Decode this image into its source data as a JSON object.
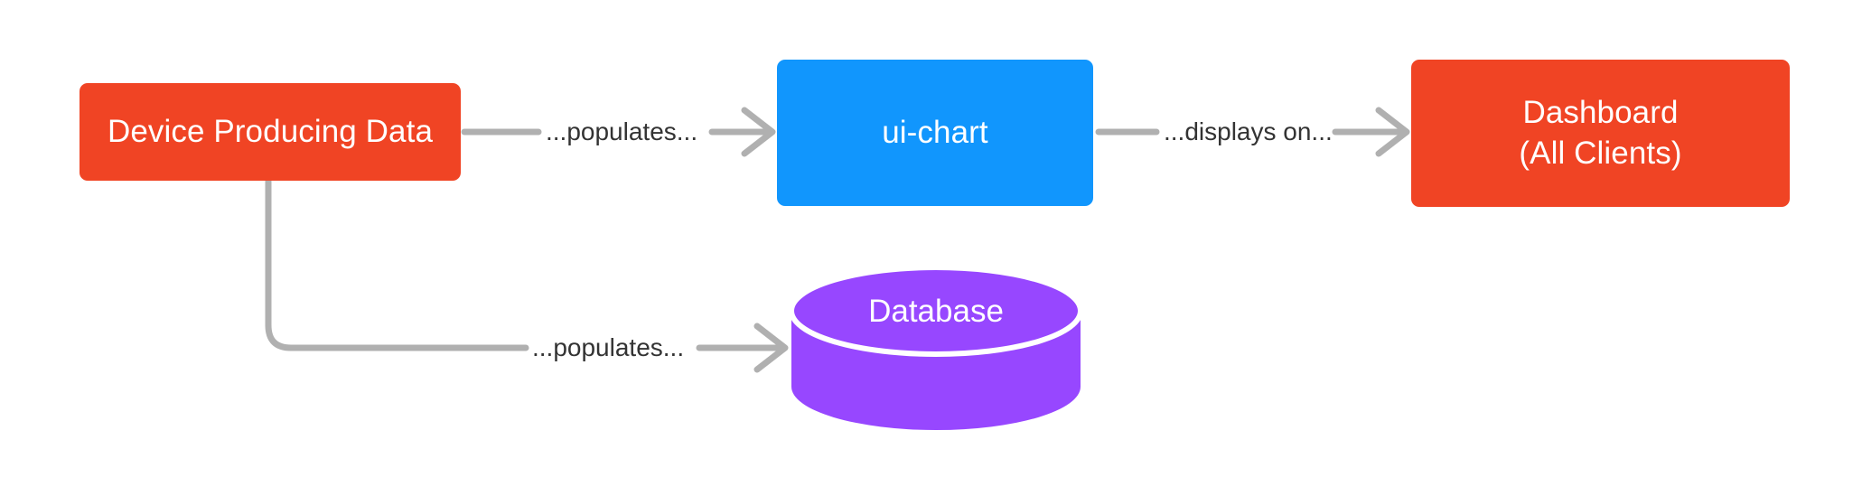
{
  "diagram": {
    "type": "flowchart",
    "direction": "left-to-right",
    "background": "#ffffff",
    "nodes": [
      {
        "id": "device",
        "label": "Device Producing Data",
        "shape": "rounded-rect",
        "color": "#f04424",
        "text_color": "#ffffff"
      },
      {
        "id": "uichart",
        "label": "ui-chart",
        "shape": "rounded-rect",
        "color": "#1196fd",
        "text_color": "#ffffff"
      },
      {
        "id": "dashboard",
        "label_line1": "Dashboard",
        "label_line2": "(All Clients)",
        "shape": "rounded-rect",
        "color": "#f04424",
        "text_color": "#ffffff"
      },
      {
        "id": "database",
        "label": "Database",
        "shape": "cylinder",
        "color": "#9747ff",
        "text_color": "#ffffff"
      }
    ],
    "edges": [
      {
        "id": "device-to-uichart",
        "from": "device",
        "to": "uichart",
        "label": "...populates...",
        "style": "straight-arrow",
        "color": "#b0b0b0"
      },
      {
        "id": "uichart-to-dashboard",
        "from": "uichart",
        "to": "dashboard",
        "label": "...displays on...",
        "style": "straight-arrow",
        "color": "#b0b0b0"
      },
      {
        "id": "device-to-database",
        "from": "device",
        "to": "database",
        "label": "...populates...",
        "style": "elbow-arrow",
        "color": "#b0b0b0"
      }
    ]
  }
}
